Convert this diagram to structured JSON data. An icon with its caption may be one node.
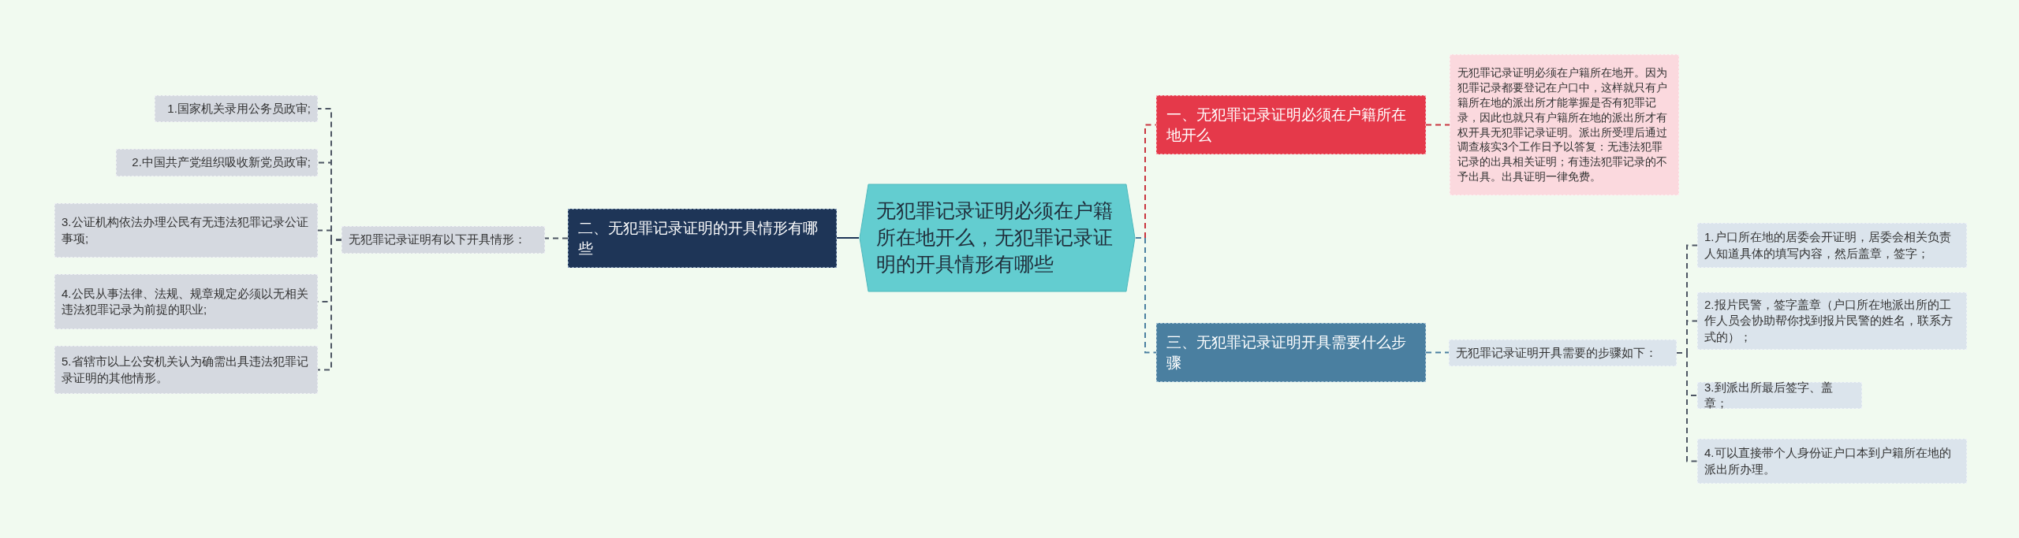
{
  "diagram": {
    "nodes": [
      {
        "text": [
          "无犯罪记录证明必须在户籍所在地开么，无犯罪记录证明的开具情形有哪些"
        ]
      },
      {
        "text": [
          "二、无犯罪记录证明的开具情形有哪些"
        ]
      },
      {
        "text": [
          "无犯罪记录证明有以下开具情形："
        ]
      },
      {
        "text": [
          "1.国家机关录用公务员政审;"
        ]
      },
      {
        "text": [
          "2.中国共产党组织吸收新党员政审;"
        ]
      },
      {
        "text": [
          "3.公证机构依法办理公民有无违法犯罪记录公证事项;"
        ]
      },
      {
        "text": [
          "4.公民从事法律、法规、规章规定必须以无相关违法犯罪记录为前提的职业;"
        ]
      },
      {
        "text": [
          "5.省辖市以上公安机关认为确需出具违法犯罪记录证明的其他情形。"
        ]
      },
      {
        "text": [
          "一、无犯罪记录证明必须在户籍所在地开么"
        ]
      },
      {
        "text": [
          "无犯罪记录证明必须在户籍所在地开。因为犯罪记录都要登记在户口中，这样就只有户籍所在地的派出所才能掌握是否有犯罪记录，因此也就只有户籍所在地的派出所才有权开具无犯罪记录证明。派出所受理后通过调查核实3个工作日予以答复：无违法犯罪记录的出具相关证明；有违法犯罪记录的不予出具。出具证明一律免费。"
        ]
      },
      {
        "text": [
          "三、无犯罪记录证明开具需要什么步骤"
        ]
      },
      {
        "text": [
          "无犯罪记录证明开具需要的步骤如下："
        ]
      },
      {
        "text": [
          "1.户口所在地的居委会开证明，居委会相关负责人知道具体的填写内容，然后盖章，签字；"
        ]
      },
      {
        "text": [
          "2.报片民警，签字盖章（户口所在地派出所的工作人员会协助帮你找到报片民警的姓名，联系方式的）；"
        ]
      },
      {
        "text": [
          "3.到派出所最后签字、盖章；"
        ]
      },
      {
        "text": [
          "4.可以直接带个人身份证户口本到户籍所在地的派出所办理。"
        ]
      }
    ],
    "edges": [
      {
        "from": 0,
        "to": 1,
        "arrow": "none",
        "color": "#1e3557"
      },
      {
        "from": 1,
        "to": 2,
        "arrow": "none",
        "style": "dashed"
      },
      {
        "from": 2,
        "to": 3,
        "arrow": "none",
        "style": "dashed"
      },
      {
        "from": 2,
        "to": 4,
        "arrow": "none",
        "style": "dashed"
      },
      {
        "from": 2,
        "to": 5,
        "arrow": "none",
        "style": "dashed"
      },
      {
        "from": 2,
        "to": 6,
        "arrow": "none",
        "style": "dashed"
      },
      {
        "from": 2,
        "to": 7,
        "arrow": "none",
        "style": "dashed"
      },
      {
        "from": 0,
        "to": 8,
        "arrow": "none",
        "style": "dashed",
        "color": "#c9343f"
      },
      {
        "from": 8,
        "to": 9,
        "arrow": "none",
        "style": "dashed",
        "color": "#c9343f"
      },
      {
        "from": 0,
        "to": 10,
        "arrow": "none",
        "style": "dashed",
        "color": "#4a7fa0"
      },
      {
        "from": 10,
        "to": 11,
        "arrow": "none",
        "style": "dashed",
        "color": "#4a7fa0"
      },
      {
        "from": 11,
        "to": 12,
        "arrow": "none",
        "style": "dashed"
      },
      {
        "from": 11,
        "to": 13,
        "arrow": "none",
        "style": "dashed"
      },
      {
        "from": 11,
        "to": 14,
        "arrow": "none",
        "style": "dashed"
      },
      {
        "from": 11,
        "to": 15,
        "arrow": "none",
        "style": "dashed"
      }
    ]
  }
}
